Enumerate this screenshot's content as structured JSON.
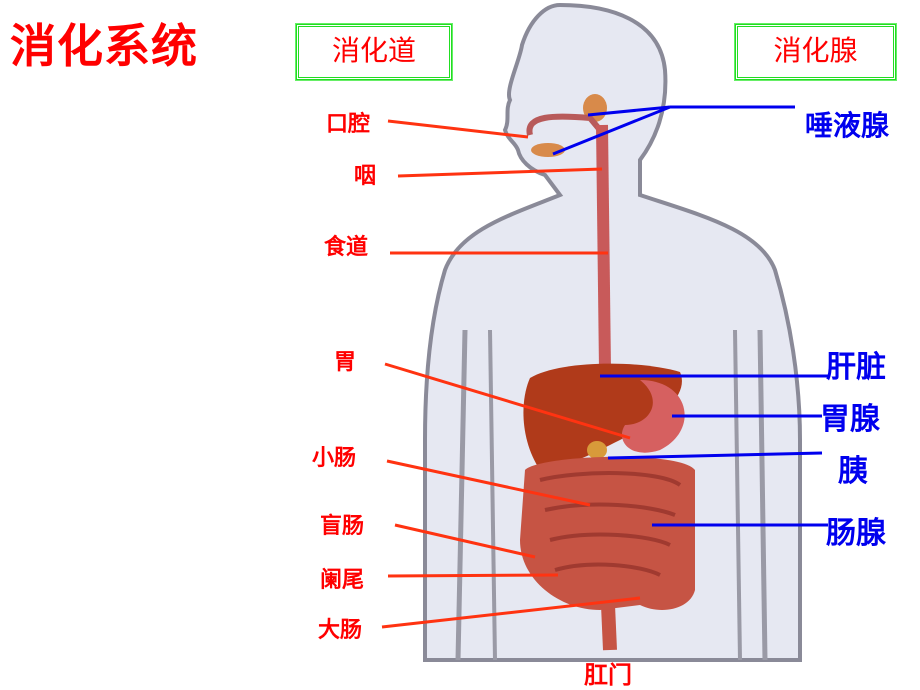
{
  "title": "消化系统",
  "boxes": {
    "tract": "消化道",
    "glands": "消化腺"
  },
  "tract_labels": [
    {
      "id": "mouth",
      "text": "口腔"
    },
    {
      "id": "pharynx",
      "text": "咽"
    },
    {
      "id": "esophagus",
      "text": "食道"
    },
    {
      "id": "stomach",
      "text": "胃"
    },
    {
      "id": "small_intestine",
      "text": "小肠"
    },
    {
      "id": "cecum",
      "text": "盲肠"
    },
    {
      "id": "appendix",
      "text": "阑尾"
    },
    {
      "id": "large_intestine",
      "text": "大肠"
    },
    {
      "id": "anus",
      "text": "肛门"
    }
  ],
  "gland_labels": [
    {
      "id": "salivary",
      "text": "唾液腺"
    },
    {
      "id": "liver",
      "text": "肝脏"
    },
    {
      "id": "gastric",
      "text": "胃腺"
    },
    {
      "id": "pancreas",
      "text": "胰"
    },
    {
      "id": "intestinal",
      "text": "肠腺"
    }
  ],
  "colors": {
    "tract_line": "#ff3311",
    "gland_line": "#0000ee",
    "box_border": "#22dd22",
    "body": "#e6e8f2"
  }
}
